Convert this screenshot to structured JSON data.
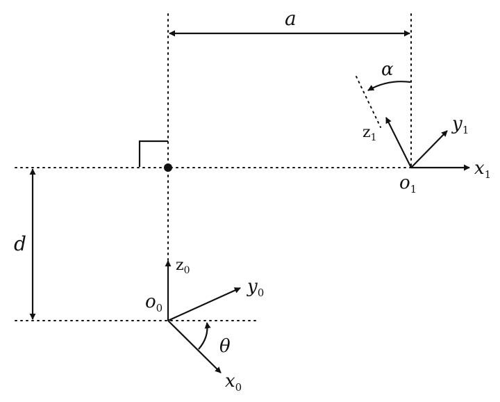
{
  "labels": {
    "a": "a",
    "alpha": "α",
    "d": "d",
    "theta": "θ",
    "z1": {
      "base": "z",
      "sub": "1"
    },
    "y1": {
      "base": "y",
      "sub": "1"
    },
    "x1": {
      "base": "x",
      "sub": "1"
    },
    "o1": {
      "base": "o",
      "sub": "1"
    },
    "z0": {
      "base": "z",
      "sub": "0"
    },
    "y0": {
      "base": "y",
      "sub": "0"
    },
    "x0": {
      "base": "x",
      "sub": "0"
    },
    "o0": {
      "base": "o",
      "sub": "0"
    }
  },
  "colors": {
    "ink": "#111111",
    "background": "#ffffff"
  }
}
